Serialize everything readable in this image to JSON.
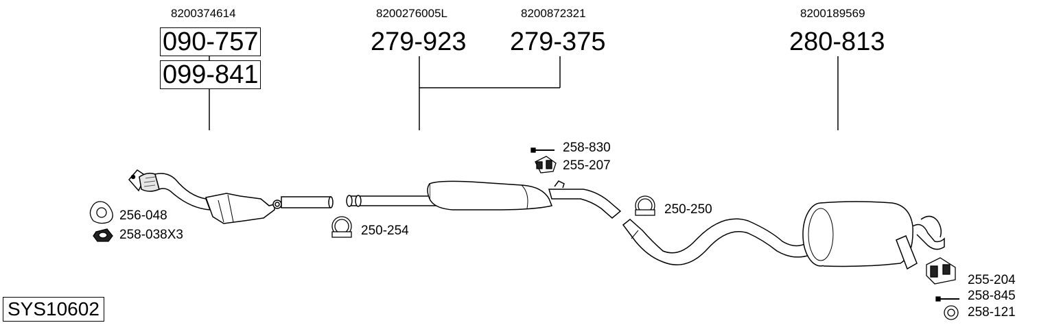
{
  "oem_numbers": [
    "8200374614",
    "8200276005L",
    "8200872321",
    "8200189569"
  ],
  "part_numbers": {
    "cat_a": "090-757",
    "cat_b": "099-841",
    "front_pipe": "279-923",
    "mid_pipe": "279-375",
    "rear_box": "280-813"
  },
  "fittings": {
    "gasket": "256-048",
    "nut": "258-038X3",
    "clamp_front": "250-254",
    "bolt_mid": "258-830",
    "rubber_mid": "255-207",
    "clamp_mid": "250-250",
    "rubber_rear": "255-204",
    "bolt_rear": "258-845",
    "ring_rear": "258-121"
  },
  "system_id": "SYS10602",
  "colors": {
    "line": "#000000",
    "fill": "#ffffff",
    "shade": "#d0d0d0"
  }
}
